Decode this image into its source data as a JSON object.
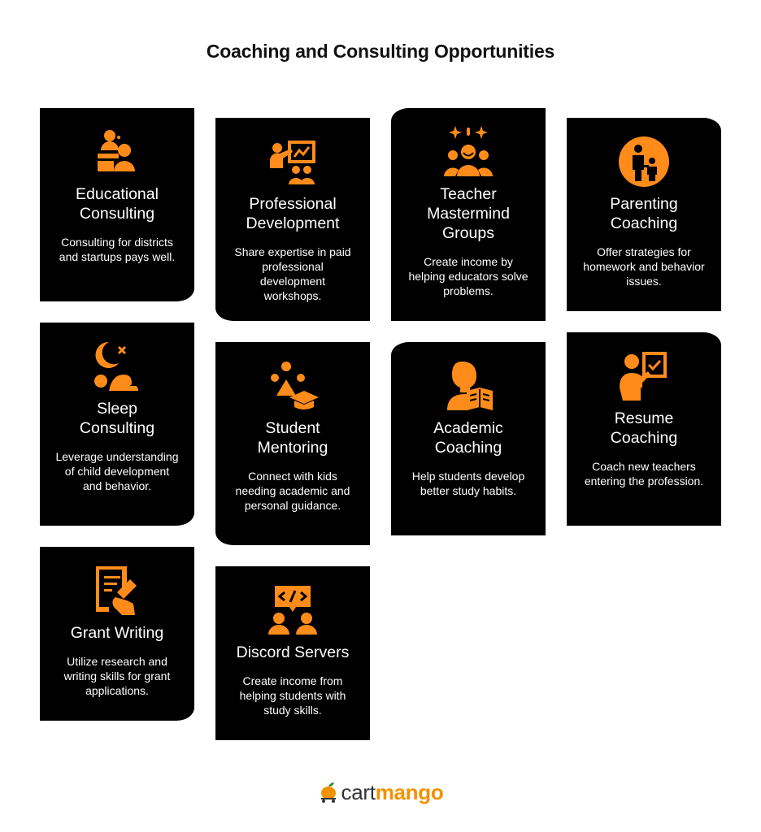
{
  "title": "Coaching and Consulting Opportunities",
  "accent_color": "#ff8c1a",
  "card_color": "#000000",
  "cards": [
    {
      "icon": "consultant-people-icon",
      "title_lines": [
        "Educational",
        "Consulting"
      ],
      "desc": "Consulting for districts and startups pays well."
    },
    {
      "icon": "presenter-board-icon",
      "title_lines": [
        "Professional",
        "Development"
      ],
      "desc": "Share expertise in paid professional development workshops."
    },
    {
      "icon": "group-sparkle-icon",
      "title_lines": [
        "Teacher",
        "Mastermind",
        "Groups"
      ],
      "desc": "Create income by helping educators solve problems."
    },
    {
      "icon": "parent-child-icon",
      "title_lines": [
        "Parenting",
        "Coaching"
      ],
      "desc": "Offer strategies for homework and behavior issues."
    },
    {
      "icon": "sleep-moon-icon",
      "title_lines": [
        "Sleep",
        "Consulting"
      ],
      "desc": "Leverage understanding of child development and behavior."
    },
    {
      "icon": "graduation-cap-icon",
      "title_lines": [
        "Student",
        "Mentoring"
      ],
      "desc": "Connect with kids needing academic and personal guidance."
    },
    {
      "icon": "reading-student-icon",
      "title_lines": [
        "Academic",
        "Coaching"
      ],
      "desc": "Help students develop better study habits."
    },
    {
      "icon": "resume-check-icon",
      "title_lines": [
        "Resume",
        "Coaching"
      ],
      "desc": "Coach new teachers entering the profession."
    },
    {
      "icon": "writing-hand-icon",
      "title_lines": [
        "Grant Writing"
      ],
      "desc": "Utilize research and writing skills for grant applications."
    },
    {
      "icon": "code-chat-icon",
      "title_lines": [
        "Discord Servers"
      ],
      "desc": "Create income from helping students with study skills."
    }
  ],
  "logo": {
    "part1": "cart",
    "part2": "mango"
  }
}
